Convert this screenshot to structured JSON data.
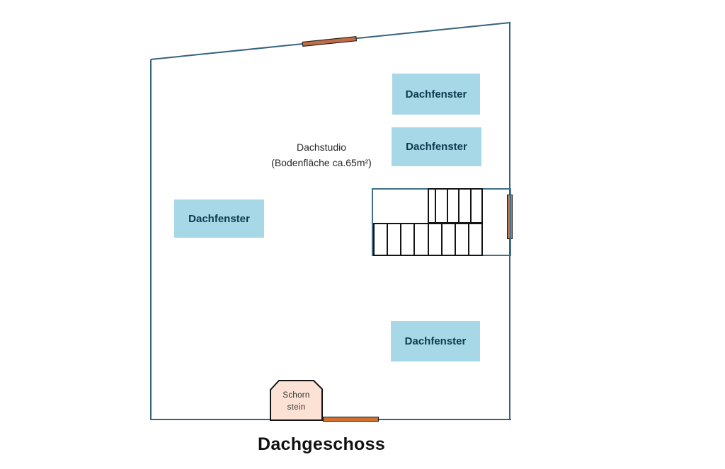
{
  "title": "Dachgeschoss",
  "room": {
    "name": "Dachstudio",
    "area_note": "(Bodenfläche ca.65m²)"
  },
  "skylights": [
    {
      "label": "Dachfenster"
    },
    {
      "label": "Dachfenster"
    },
    {
      "label": "Dachfenster"
    },
    {
      "label": "Dachfenster"
    }
  ],
  "chimney": {
    "label_line1": "Schorn",
    "label_line2": "stein"
  },
  "colors": {
    "wall": "#35637d",
    "stairs_outline": "#3f7089",
    "step_line": "#141414",
    "skylight_fill": "#a6d8e7",
    "skylight_text": "#0e3950",
    "door_top": "#bf6c48",
    "door_right": "#c1724a",
    "door_bottom": "#d2702e",
    "chimney_fill": "#fbe2d5",
    "chimney_text": "#333333",
    "room_label_text": "#262626",
    "title_text": "#111111"
  }
}
